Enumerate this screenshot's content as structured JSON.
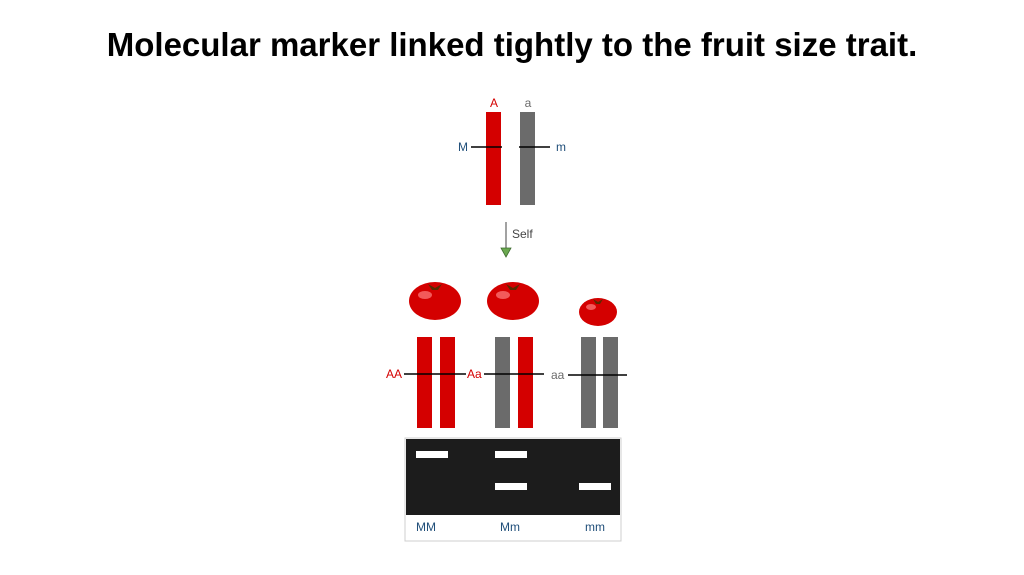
{
  "title": "Molecular marker linked tightly to the fruit size trait.",
  "parent": {
    "allele_left": "A",
    "allele_right": "a",
    "marker_left": "M",
    "marker_right": "m"
  },
  "cross_label": "Self",
  "offspring": [
    {
      "genotype": "AA",
      "marker": "MM",
      "fruit_size": "large"
    },
    {
      "genotype": "Aa",
      "marker": "Mm",
      "fruit_size": "large"
    },
    {
      "genotype": "aa",
      "marker": "mm",
      "fruit_size": "small"
    }
  ],
  "colors": {
    "dominant": "#d40000",
    "recessive": "#6b6b6b",
    "marker_text": "#1f4e79",
    "gel": "#1c1c1c",
    "band": "#ffffff",
    "arrow": "#6aa84f"
  }
}
